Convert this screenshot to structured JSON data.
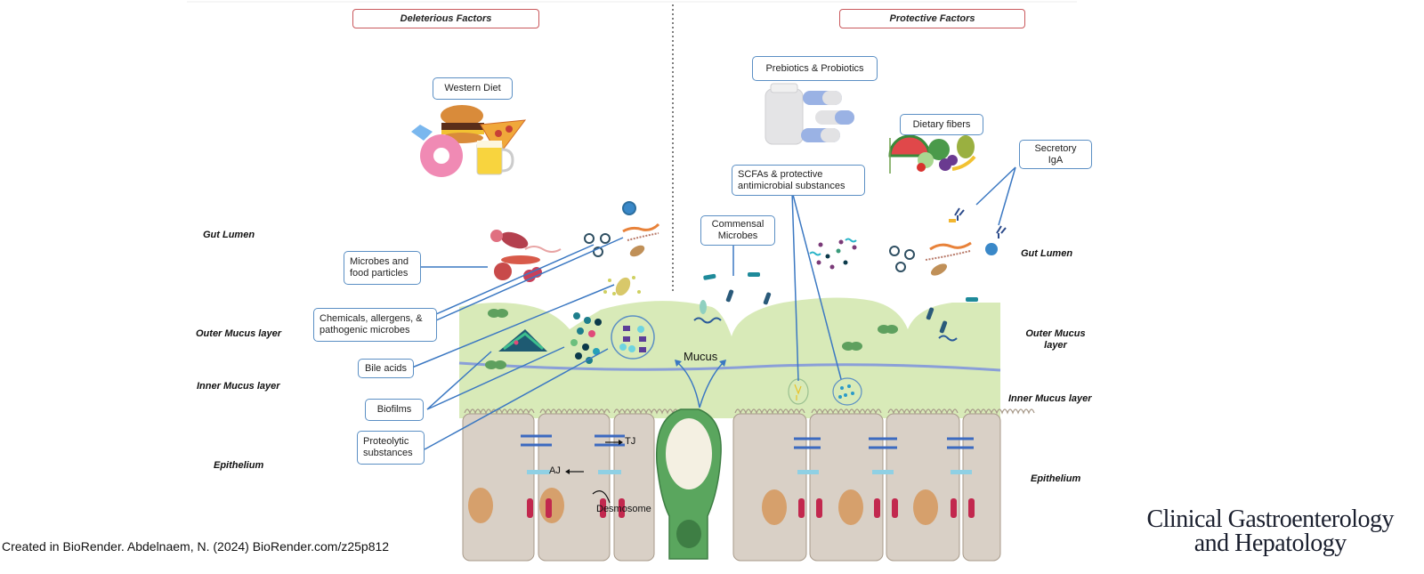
{
  "figure": {
    "sections": {
      "left_header": "Deleterious Factors",
      "right_header": "Protective Factors"
    },
    "layer_labels_left": {
      "gut_lumen": "Gut Lumen",
      "outer_mucus": "Outer Mucus layer",
      "inner_mucus": "Inner Mucus layer",
      "epithelium": "Epithelium"
    },
    "layer_labels_right": {
      "gut_lumen": "Gut Lumen",
      "outer_mucus": "Outer Mucus\nlayer",
      "inner_mucus": "Inner Mucus layer",
      "epithelium": "Epithelium"
    },
    "deleterious_labels": {
      "western_diet": "Western Diet",
      "microbes_food": "Microbes and\nfood particles",
      "chemicals": "Chemicals, allergens, &\npathogenic microbes",
      "bile_acids": "Bile acids",
      "biofilms": "Biofilms",
      "proteolytic": "Proteolytic\nsubstances"
    },
    "protective_labels": {
      "prebiotics": "Prebiotics & Probiotics",
      "dietary_fibers": "Dietary fibers",
      "secretory_iga": "Secretory\nIgA",
      "scfas": "SCFAs & protective\nantimicrobial substances",
      "commensal": "Commensal\nMicrobes"
    },
    "junction_labels": {
      "tj": "TJ",
      "aj": "AJ",
      "desmosome": "Desmosome",
      "mucus": "Mucus"
    },
    "colors": {
      "header_border": "#c9585c",
      "label_border": "#5b8fc4",
      "mucus_fill": "#d8eab8",
      "mucus_line": "#8a9fd8",
      "cell_fill": "#d9d0c6",
      "nucleus": "#d6a06c",
      "goblet": "#5aa65e",
      "leader_line": "#3b78c2"
    }
  },
  "footer": {
    "credit": "Created in BioRender. Abdelnaem, N. (2024) BioRender.com/z25p812",
    "journal": "Clinical Gastroenterology\nand Hepatology"
  }
}
